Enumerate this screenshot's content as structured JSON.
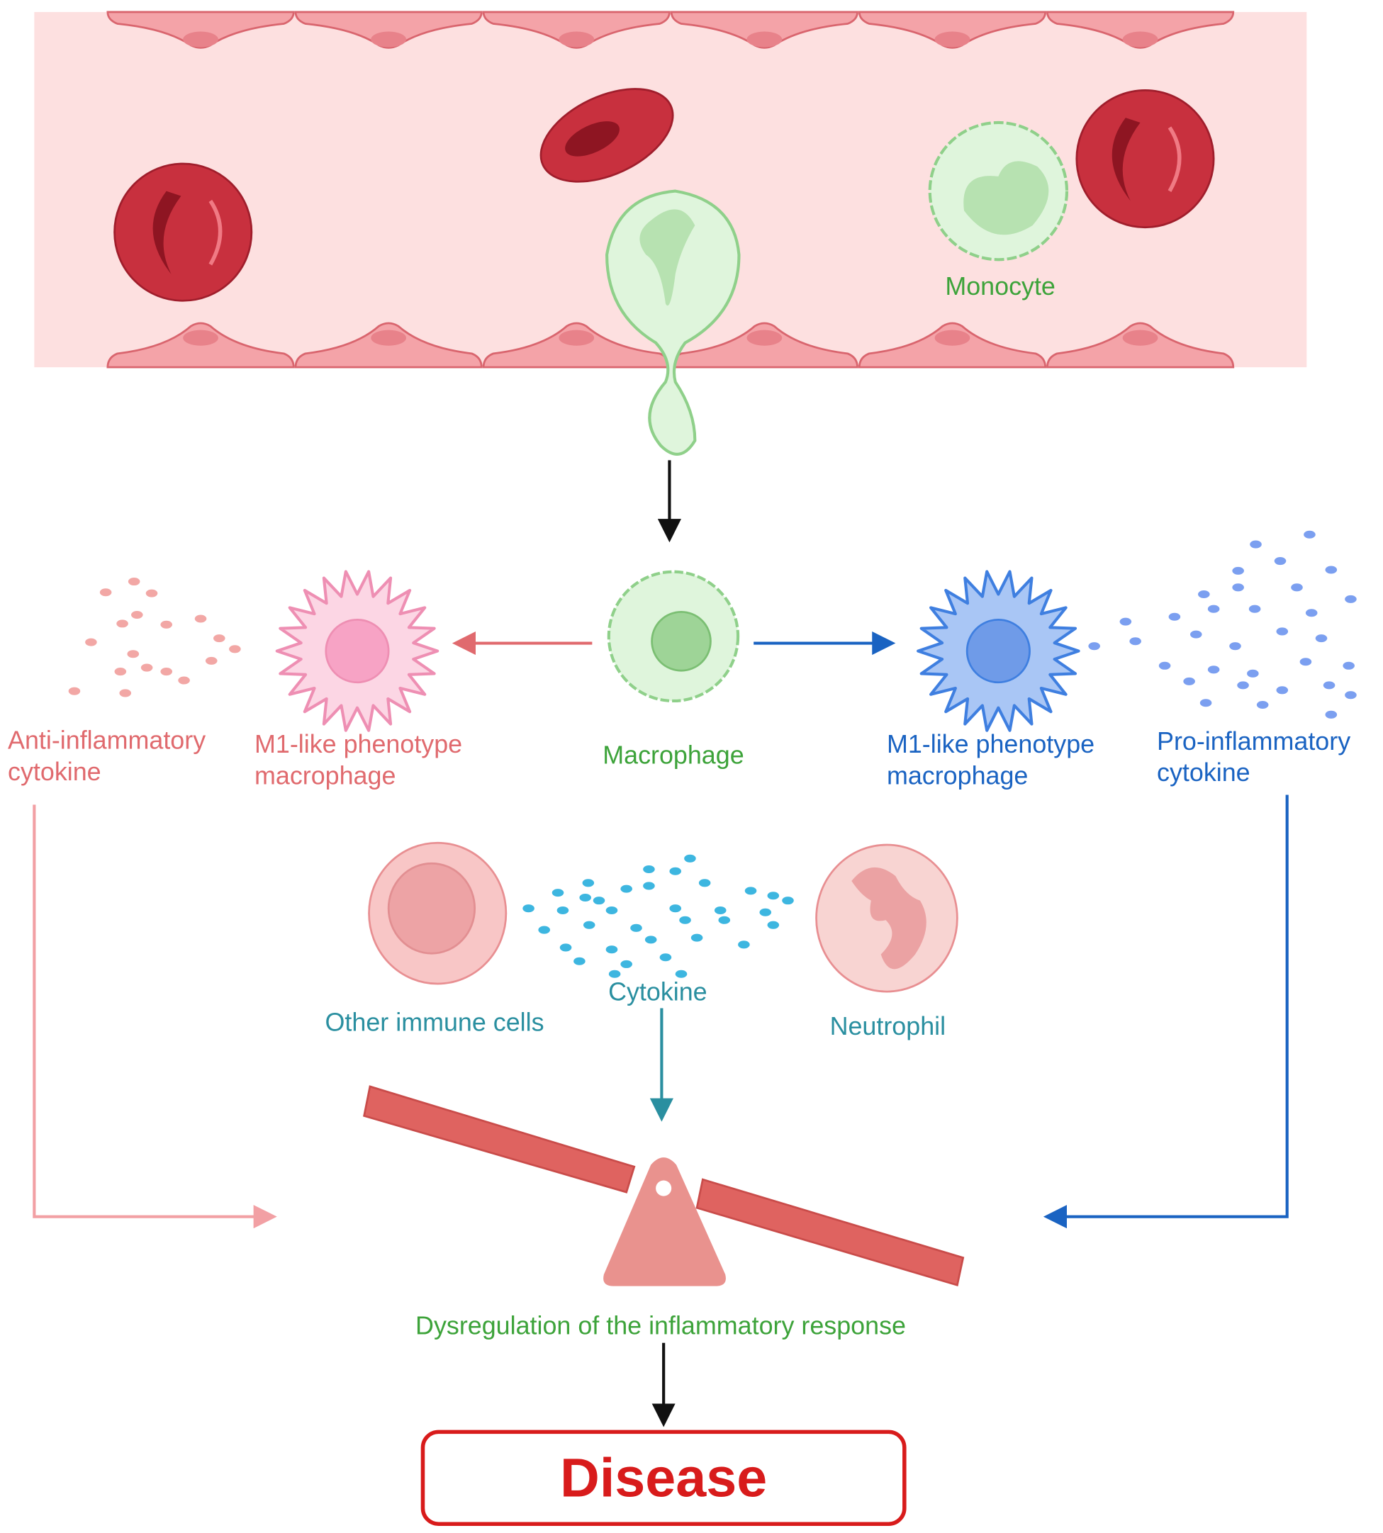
{
  "labels": {
    "monocyte": "Monocyte",
    "macrophage": "Macrophage",
    "anti_inflammatory_line1": "Anti-inflammatory",
    "anti_inflammatory_line2": "cytokine",
    "m1_left_line1": "M1-like phenotype",
    "m1_left_line2": "macrophage",
    "m1_right_line1": "M1-like phenotype",
    "m1_right_line2": "macrophage",
    "pro_inflammatory_line1": "Pro-inflammatory",
    "pro_inflammatory_line2": "cytokine",
    "other_immune_cells": "Other immune cells",
    "cytokine": "Cytokine",
    "neutrophil": "Neutrophil",
    "dysregulation": "Dysregulation of the inflammatory response",
    "disease": "Disease"
  },
  "colors": {
    "vessel": "#fde0e0",
    "endothelium": "#f4a3a8",
    "rbc": "#c8303e",
    "green_text": "#3da33a",
    "pink_text": "#e06a6e",
    "blue_text": "#1a63c2",
    "teal_text": "#2a8fa0",
    "disease_red": "#d81b1b"
  }
}
